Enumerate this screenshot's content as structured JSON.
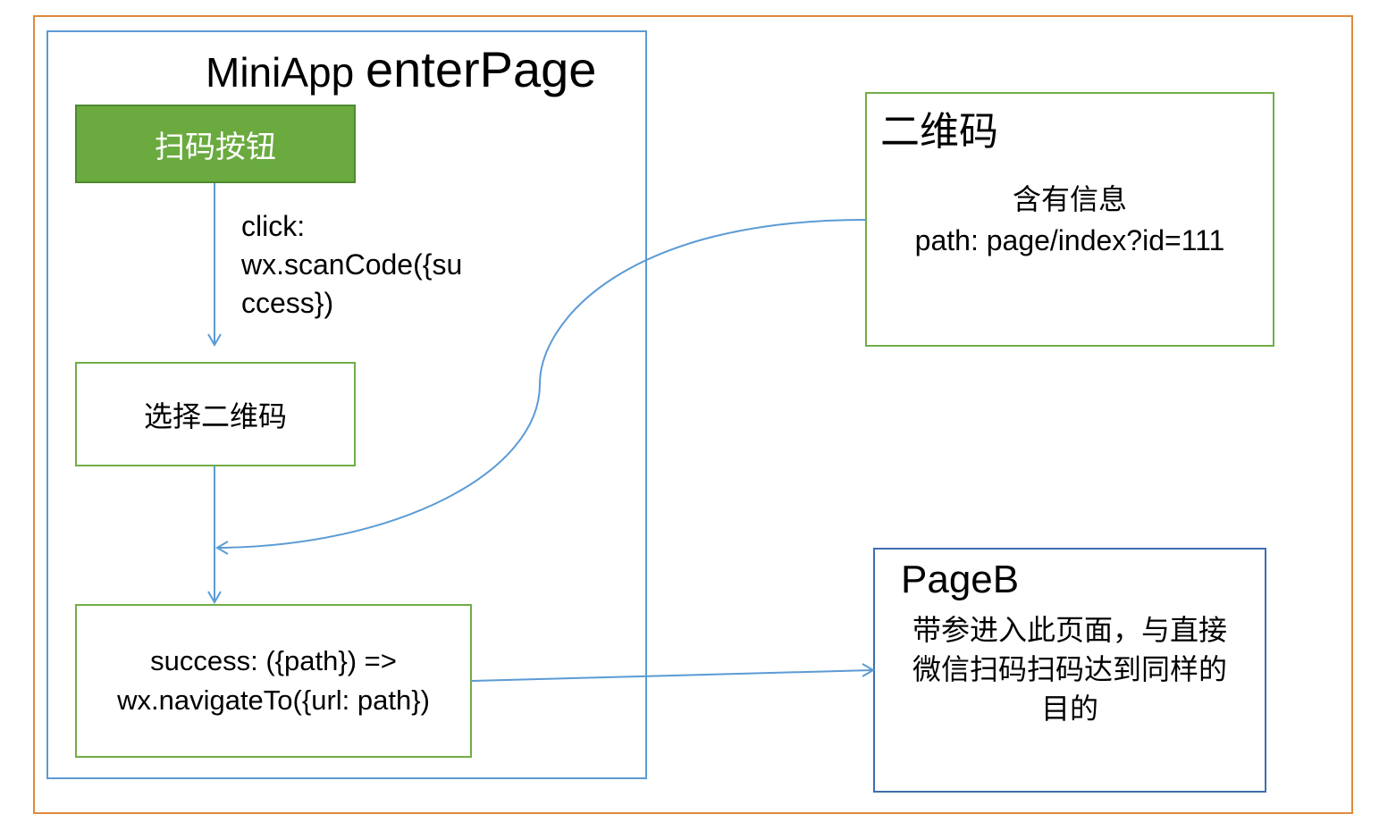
{
  "miniapp": {
    "title_part1": "MiniApp ",
    "title_part2": "enterPage",
    "scan_button": "扫码按钮",
    "click_label_line1": "click:",
    "click_label_line2": "wx.scanCode({su",
    "click_label_line3": "ccess})",
    "select_box": "选择二维码",
    "success_line1": "success: ({path}) =>",
    "success_line2": "wx.navigateTo({url: path})"
  },
  "qrcode": {
    "title": "二维码",
    "info_line1": "含有信息",
    "info_line2": "path: page/index?id=111"
  },
  "pageb": {
    "title": "PageB",
    "desc_line1": "带参进入此页面，与直接",
    "desc_line2": "微信扫码扫码达到同样的",
    "desc_line3": "目的"
  },
  "colors": {
    "outer_border": "#e08a3c",
    "miniapp_border": "#5b9bd5",
    "green_border": "#71ad47",
    "button_fill": "#6aaa3f",
    "pageb_border": "#3f6fb0",
    "arrow": "#5b9bd5"
  }
}
